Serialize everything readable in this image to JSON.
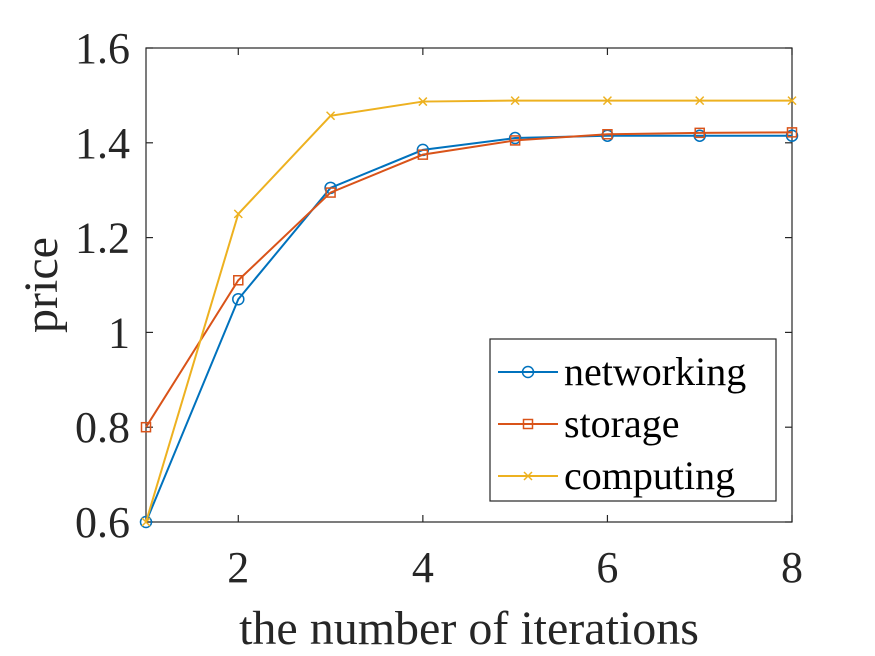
{
  "chart_data": {
    "type": "line",
    "xlabel": "the number of iterations",
    "ylabel": "price",
    "xlim": [
      1,
      8
    ],
    "ylim": [
      0.6,
      1.6
    ],
    "xticks": [
      2,
      4,
      6,
      8
    ],
    "xtick_labels": [
      "2",
      "4",
      "6",
      "8"
    ],
    "yticks": [
      0.6,
      0.8,
      1.0,
      1.2,
      1.4,
      1.6
    ],
    "ytick_labels": [
      "0.6",
      "0.8",
      "1",
      "1.2",
      "1.4",
      "1.6"
    ],
    "grid": false,
    "legend_position": "bottom-right",
    "x": [
      1,
      2,
      3,
      4,
      5,
      6,
      7,
      8
    ],
    "series": [
      {
        "name": "networking",
        "marker": "circle",
        "color": "#0072BD",
        "values": [
          0.6,
          1.07,
          1.305,
          1.385,
          1.41,
          1.415,
          1.415,
          1.415
        ]
      },
      {
        "name": "storage",
        "marker": "square",
        "color": "#D95319",
        "values": [
          0.8,
          1.11,
          1.295,
          1.375,
          1.405,
          1.418,
          1.421,
          1.422
        ]
      },
      {
        "name": "computing",
        "marker": "x",
        "color": "#EDB120",
        "values": [
          0.6,
          1.25,
          1.457,
          1.487,
          1.489,
          1.489,
          1.489,
          1.489
        ]
      }
    ]
  }
}
